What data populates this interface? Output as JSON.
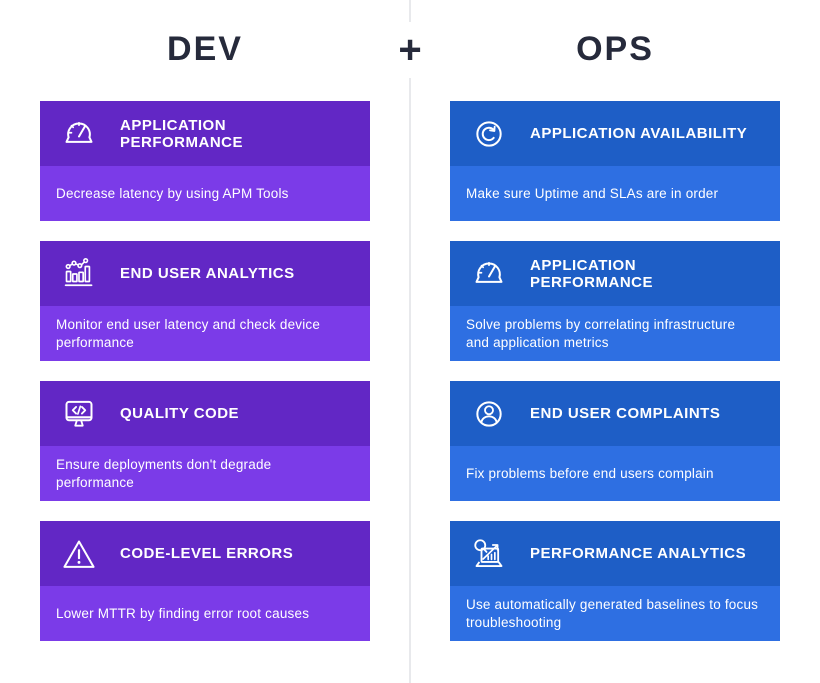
{
  "header": {
    "dev_label": "DEV",
    "plus_label": "+",
    "ops_label": "OPS",
    "title_color": "#262a3b"
  },
  "divider_color": "#e8e9ec",
  "columns": {
    "dev": {
      "title": "DEV",
      "header_color": "#6227c5",
      "body_color": "#7b3be8",
      "cards": [
        {
          "icon": "gauge-icon",
          "title": "APPLICATION PERFORMANCE",
          "description": "Decrease latency by using APM Tools"
        },
        {
          "icon": "bar-line-chart-icon",
          "title": "END USER ANALYTICS",
          "description": "Monitor end user latency and check device performance"
        },
        {
          "icon": "monitor-code-icon",
          "title": "QUALITY CODE",
          "description": "Ensure deployments don't degrade performance"
        },
        {
          "icon": "warning-triangle-icon",
          "title": "CODE-LEVEL ERRORS",
          "description": "Lower MTTR by finding error root causes"
        }
      ]
    },
    "ops": {
      "title": "OPS",
      "header_color": "#1e5ec6",
      "body_color": "#2e6fe2",
      "cards": [
        {
          "icon": "refresh-icon",
          "title": "APPLICATION AVAILABILITY",
          "description": "Make sure Uptime and SLAs are in order"
        },
        {
          "icon": "gauge-icon",
          "title": "APPLICATION  PERFORMANCE",
          "description": "Solve problems by correlating infrastructure and application metrics"
        },
        {
          "icon": "person-circle-icon",
          "title": "END USER COMPLAINTS",
          "description": "Fix problems before end users complain"
        },
        {
          "icon": "magnifier-chart-icon",
          "title": "PERFORMANCE ANALYTICS",
          "description": "Use automatically generated baselines to focus troubleshooting"
        }
      ]
    }
  }
}
